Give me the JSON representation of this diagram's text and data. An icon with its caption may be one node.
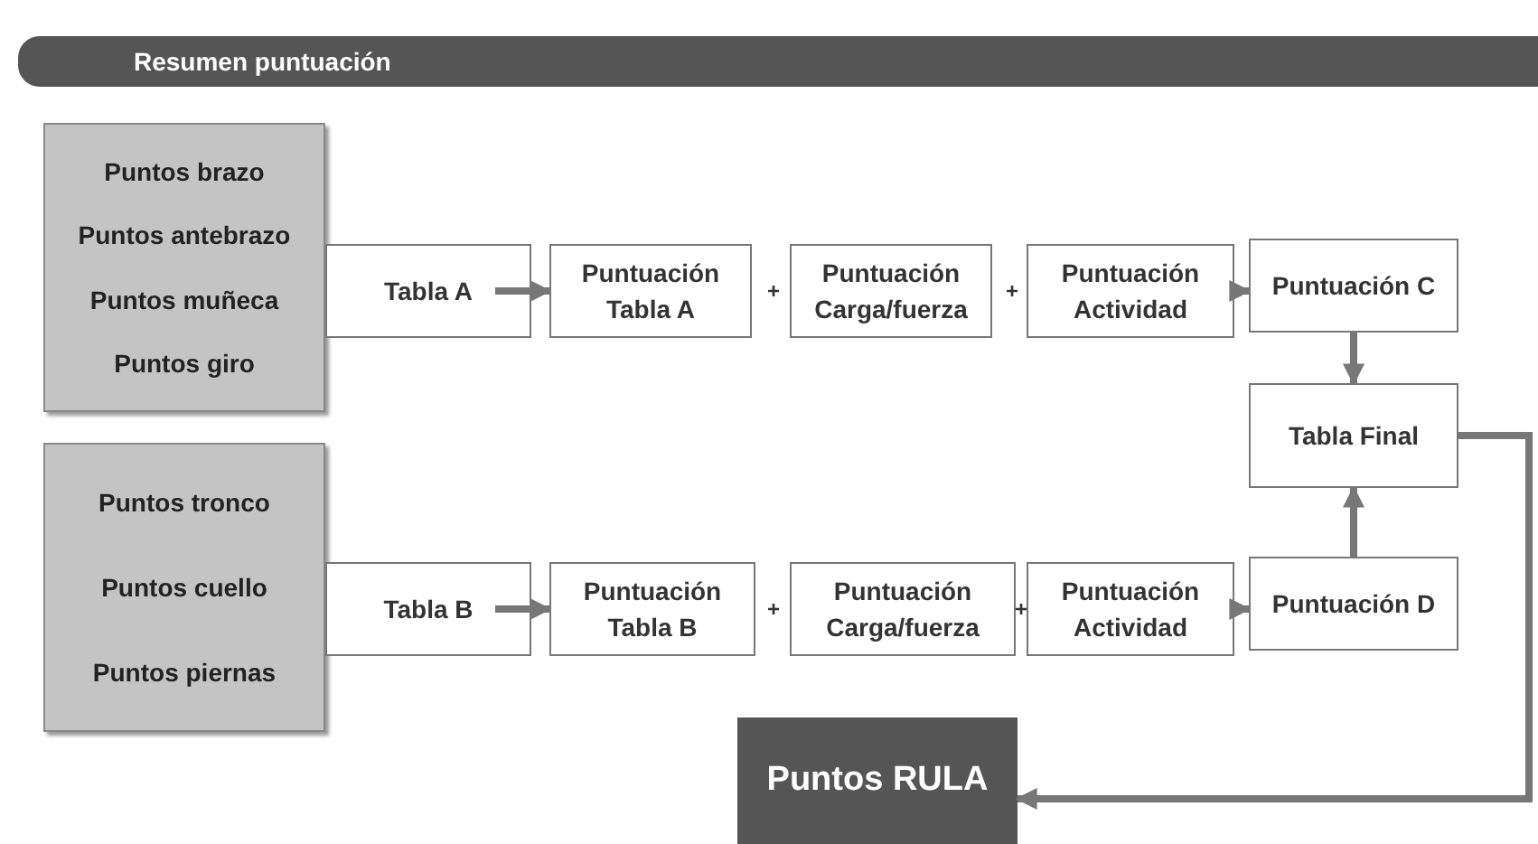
{
  "diagram": {
    "title": "Resumen puntuación",
    "nodes": [
      {
        "text": [
          "Puntos brazo",
          "Puntos antebrazo",
          "Puntos muñeca",
          "Puntos giro"
        ]
      },
      {
        "text": [
          "Tabla A"
        ]
      },
      {
        "text": [
          "Puntuación Tabla A"
        ]
      },
      {
        "text": [
          "Puntuación Carga/fuerza"
        ]
      },
      {
        "text": [
          "Puntuación Actividad"
        ]
      },
      {
        "text": [
          "Puntuación C"
        ]
      },
      {
        "text": [
          "Tabla Final"
        ]
      },
      {
        "text": [
          "Puntos tronco",
          "Puntos cuello",
          "Puntos piernas"
        ]
      },
      {
        "text": [
          "Tabla B"
        ]
      },
      {
        "text": [
          "Puntuación Tabla B"
        ]
      },
      {
        "text": [
          "Puntuación Carga/fuerza"
        ]
      },
      {
        "text": [
          "Puntuación Actividad"
        ]
      },
      {
        "text": [
          "Puntuación D"
        ]
      },
      {
        "text": [
          "Puntos RULA"
        ]
      }
    ],
    "edges": [
      {
        "from": 1,
        "to": 2,
        "arrow": "to"
      },
      {
        "from": 4,
        "to": 5,
        "arrow": "to"
      },
      {
        "from": 5,
        "to": 6,
        "arrow": "to"
      },
      {
        "from": 8,
        "to": 9,
        "arrow": "to"
      },
      {
        "from": 11,
        "to": 12,
        "arrow": "to"
      },
      {
        "from": 12,
        "to": 6,
        "arrow": "to"
      },
      {
        "from": 6,
        "to": 13,
        "arrow": "to"
      }
    ],
    "labels": [
      "+",
      "+",
      "+",
      "+"
    ]
  }
}
